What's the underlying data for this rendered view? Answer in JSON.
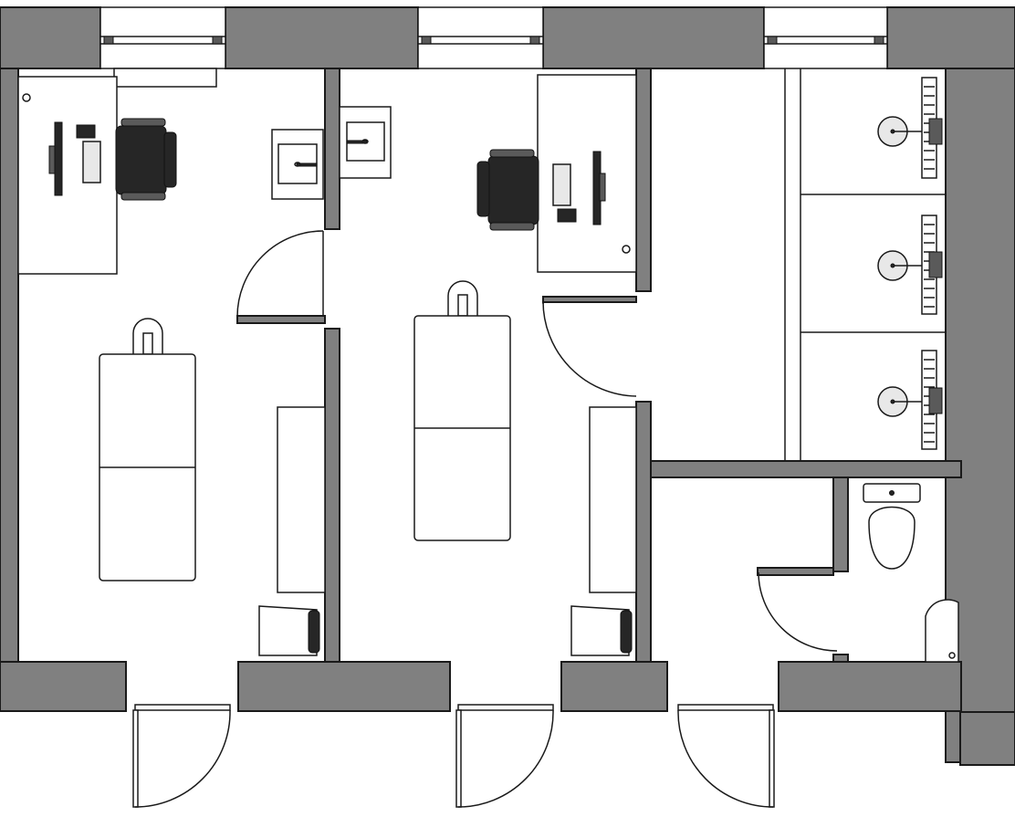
{
  "plan": {
    "wall_fill": "#808080",
    "outline": "#1a1a1a",
    "background": "#ffffff",
    "furniture_dark": "#262626",
    "rooms": [
      {
        "id": "room-left",
        "contents": [
          "desk",
          "office-chair",
          "monitor",
          "keyboard",
          "mouse",
          "examination-table",
          "cabinet",
          "visitor-chair"
        ]
      },
      {
        "id": "room-middle",
        "contents": [
          "desk",
          "office-chair",
          "monitor",
          "keyboard",
          "mouse",
          "washbasin",
          "washbasin",
          "examination-table",
          "cabinet",
          "visitor-chair"
        ]
      },
      {
        "id": "room-right-top",
        "contents": [
          "washbasin",
          "washbasin",
          "washbasin",
          "radiator",
          "radiator",
          "radiator"
        ]
      },
      {
        "id": "room-right-bottom",
        "contents": [
          "toilet",
          "sink"
        ]
      }
    ],
    "doors": [
      "door-left-room",
      "door-middle-room",
      "door-room-right",
      "door-wc",
      "door-exterior-1",
      "door-exterior-2",
      "door-exterior-3"
    ],
    "windows": [
      "window-1",
      "window-2",
      "window-3",
      "window-4"
    ]
  }
}
